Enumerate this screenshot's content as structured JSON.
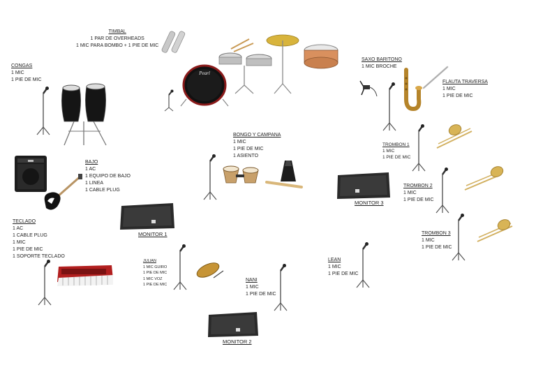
{
  "stations": {
    "timbal": {
      "title": "TIMBAL",
      "lines": [
        "1 PAR DE OVERHEADS",
        "1 MIC PARA BOMBO + 1 PIE DE MIC"
      ]
    },
    "congas": {
      "title": "CONGAS",
      "lines": [
        "1 MIC",
        "1 PIE DE MIC"
      ]
    },
    "saxo": {
      "title": "SAXO BARITONO",
      "lines": [
        "1 MIC BROCHE"
      ]
    },
    "flauta": {
      "title": "FLAUTA TRAVERSA",
      "lines": [
        "1 MIC",
        "1 PIE DE MIC"
      ]
    },
    "bongo": {
      "title": "BONGO Y CAMPANA",
      "lines": [
        "1 MIC",
        "1 PIE DE MIC",
        "1 ASIENTO"
      ]
    },
    "bajo": {
      "title": "BAJO",
      "lines": [
        "1 AC",
        "1 EQUIPO DE BAJO",
        "1 LINEA",
        "1 CABLE PLUG"
      ]
    },
    "trombon1": {
      "title": "TROMBON 1",
      "lines": [
        "1 MIC",
        "1 PIE DE MIC"
      ]
    },
    "trombon2": {
      "title": "TROMBON 2",
      "lines": [
        "1 MIC",
        "1 PIE DE MIC"
      ]
    },
    "trombon3": {
      "title": "TROMBON 3",
      "lines": [
        "1 MIC",
        "1 PIE DE MIC"
      ]
    },
    "teclado": {
      "title": "TECLADO",
      "lines": [
        "1 AC",
        "1 CABLE PLUG",
        "1 MIC",
        "1 PIE DE MIC",
        "1 SOPORTE TECLADO"
      ]
    },
    "julian": {
      "title": "JULIAN",
      "lines": [
        "1 MIC GUIRO",
        "1 PIE DE MIC",
        "1 MIC VOZ",
        "1 PIE DE MIC"
      ]
    },
    "lean": {
      "title": "LEAN",
      "lines": [
        "1 MIC",
        "1 PIE DE MIC"
      ]
    },
    "nani": {
      "title": "NANI",
      "lines": [
        "1 MIC",
        "1 PIE DE MIC"
      ]
    }
  },
  "monitors": {
    "m1": "MONITOR 1",
    "m2": "MONITOR 2",
    "m3": "MONITOR 3"
  },
  "brand": {
    "drum_logo": "Pearl"
  }
}
